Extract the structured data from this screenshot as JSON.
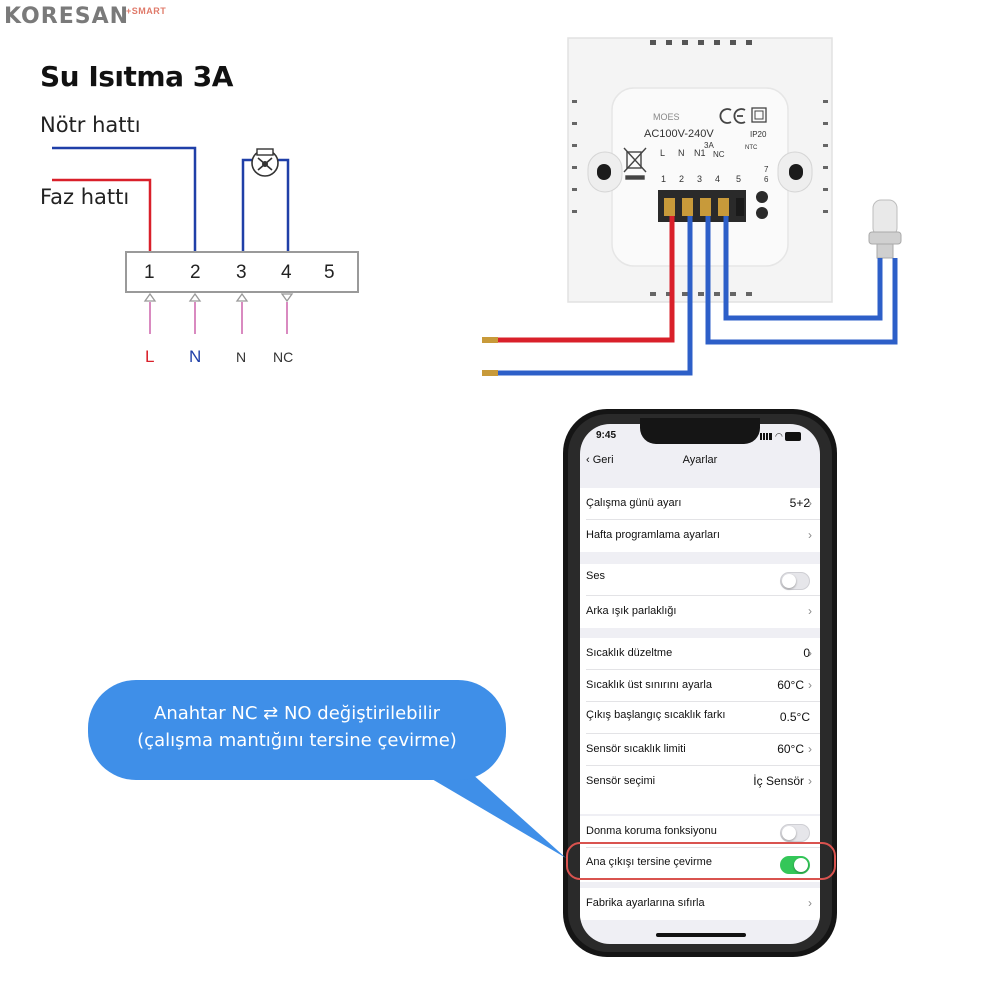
{
  "brand": {
    "name": "KORESAN",
    "suffix": "+SMART"
  },
  "title": "Su Isıtma 3A",
  "wiring": {
    "neutral_label": "Nötr hattı",
    "phase_label": "Faz hattı",
    "terminal_numbers": [
      "1",
      "2",
      "3",
      "4",
      "5"
    ],
    "terminal_names": [
      "L",
      "N",
      "N",
      "NC"
    ],
    "colors": {
      "phase": "#d9202a",
      "neutral": "#1f3fa8",
      "pink": "#d98ac0",
      "terminal_box": "#9a9a9a"
    }
  },
  "device": {
    "voltage": "AC100V-240V",
    "current": "3A",
    "ip_rating": "IP20",
    "ntc_label": "NTC",
    "terminal_labels": [
      "L",
      "N",
      "N1",
      "NC"
    ],
    "terminal_numbers": [
      "1",
      "2",
      "3",
      "4",
      "5"
    ],
    "ntc_pins": [
      "7",
      "6"
    ]
  },
  "phone": {
    "status_time": "9:45",
    "nav": {
      "back": "Geri",
      "title": "Ayarlar"
    },
    "settings": [
      {
        "label": "Çalışma günü ayarı",
        "value": "5+2",
        "chevron": true
      },
      {
        "label": "Hafta programlama ayarları",
        "value": "",
        "chevron": true
      },
      {
        "label": "Ses",
        "toggle": false
      },
      {
        "label": "Arka ışık parlaklığı",
        "value": "",
        "chevron": true
      },
      {
        "label": "Sıcaklık düzeltme",
        "value": "0",
        "chevron": true
      },
      {
        "label": "Sıcaklık üst sınırını ayarla",
        "value": "60°C",
        "chevron": true
      },
      {
        "label": "Çıkış başlangıç sıcaklık farkı",
        "value": "0.5°C",
        "chevron": false
      },
      {
        "label": "Sensör sıcaklık limiti",
        "value": "60°C",
        "chevron": true
      },
      {
        "label": "Sensör seçimi",
        "value": "İç Sensör",
        "chevron": true
      },
      {
        "label": "Donma koruma fonksiyonu",
        "toggle": false
      },
      {
        "label": "Ana çıkışı tersine çevirme",
        "toggle": true
      },
      {
        "label": "Fabrika ayarlarına sıfırla",
        "value": "",
        "chevron": true
      }
    ],
    "toggle_on_color": "#34c759"
  },
  "callout": {
    "line1": "Anahtar NC ⇄ NO değiştirilebilir",
    "line2": "(çalışma mantığını tersine çevirme)",
    "color": "#3f8fe8",
    "highlight_color": "#d9534f"
  },
  "icons": [
    "valve-icon",
    "recycle-bin-icon",
    "ce-mark-icon",
    "signal-icon",
    "wifi-icon",
    "battery-icon",
    "chevron-right-icon",
    "chevron-left-icon"
  ]
}
